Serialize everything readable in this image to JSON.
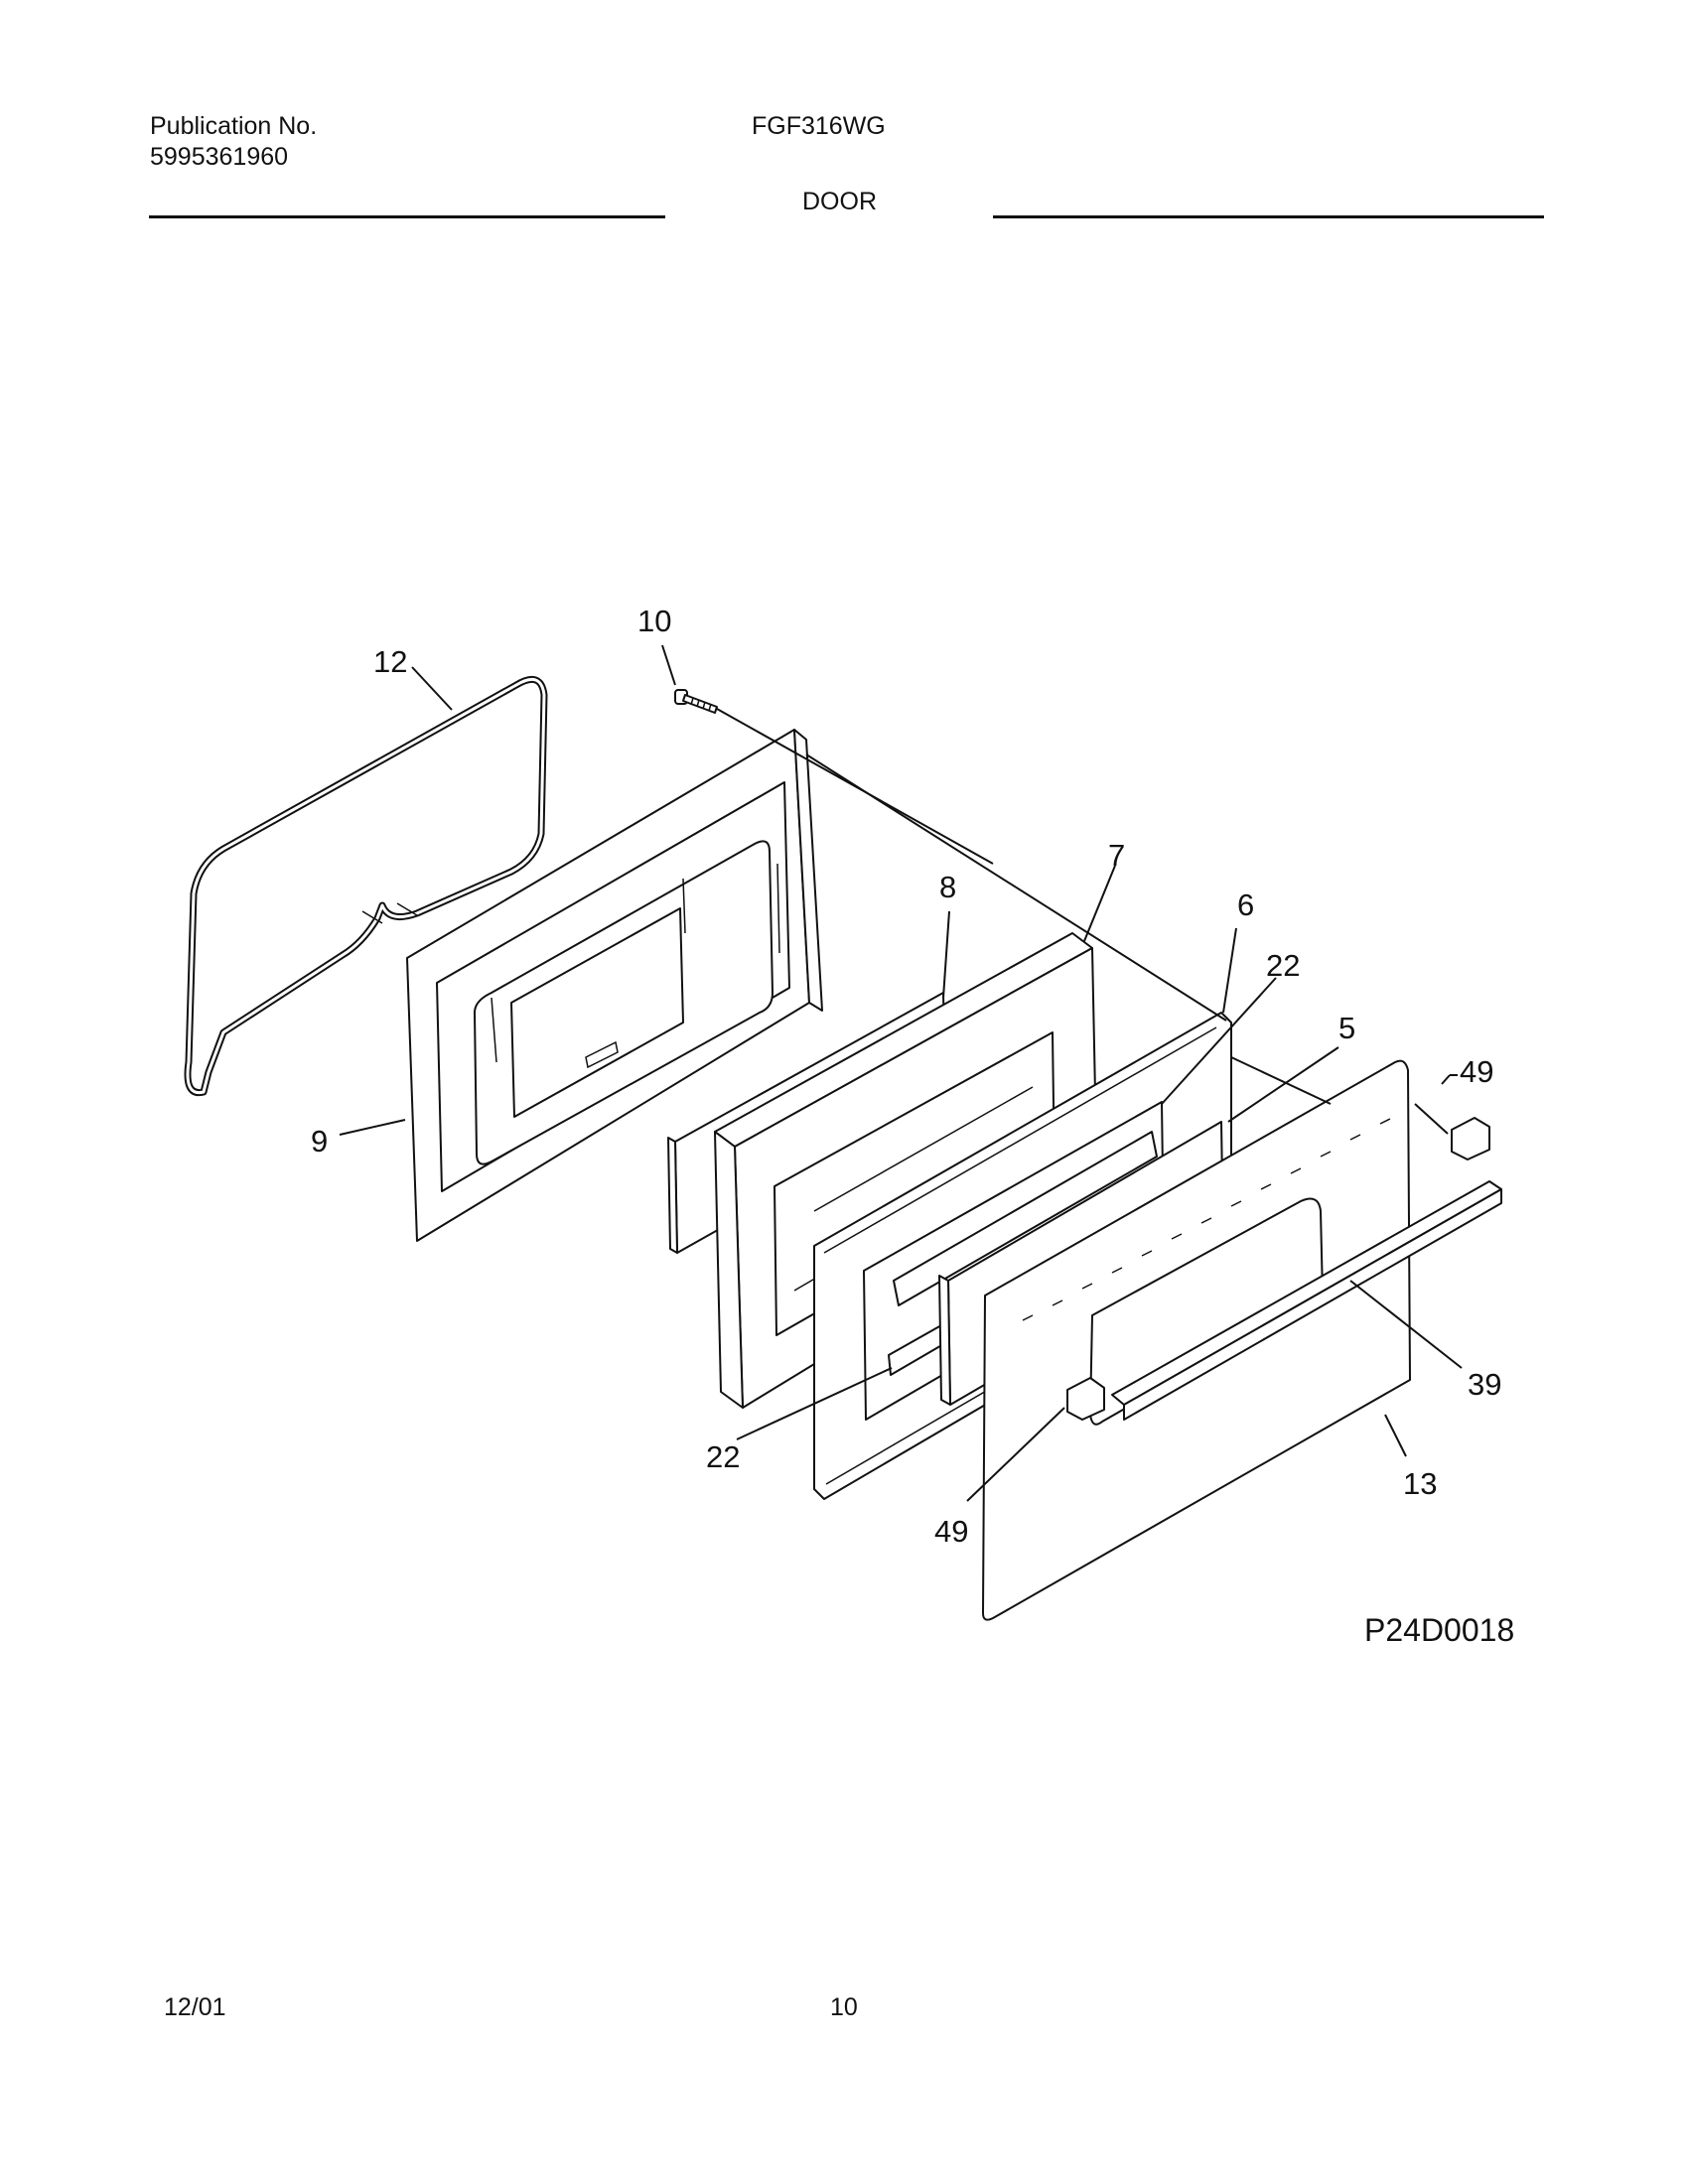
{
  "header": {
    "publication_label": "Publication No.",
    "publication_number": "5995361960",
    "model": "FGF316WG",
    "section_title": "DOOR"
  },
  "diagram": {
    "drawing_code": "P24D0018",
    "callouts": {
      "c12": "12",
      "c10": "10",
      "c9": "9",
      "c8": "8",
      "c7": "7",
      "c6": "6",
      "c22a": "22",
      "c5": "5",
      "c49a": "49",
      "c39": "39",
      "c13": "13",
      "c49b": "49",
      "c22b": "22"
    }
  },
  "footer": {
    "date": "12/01",
    "page": "10"
  }
}
